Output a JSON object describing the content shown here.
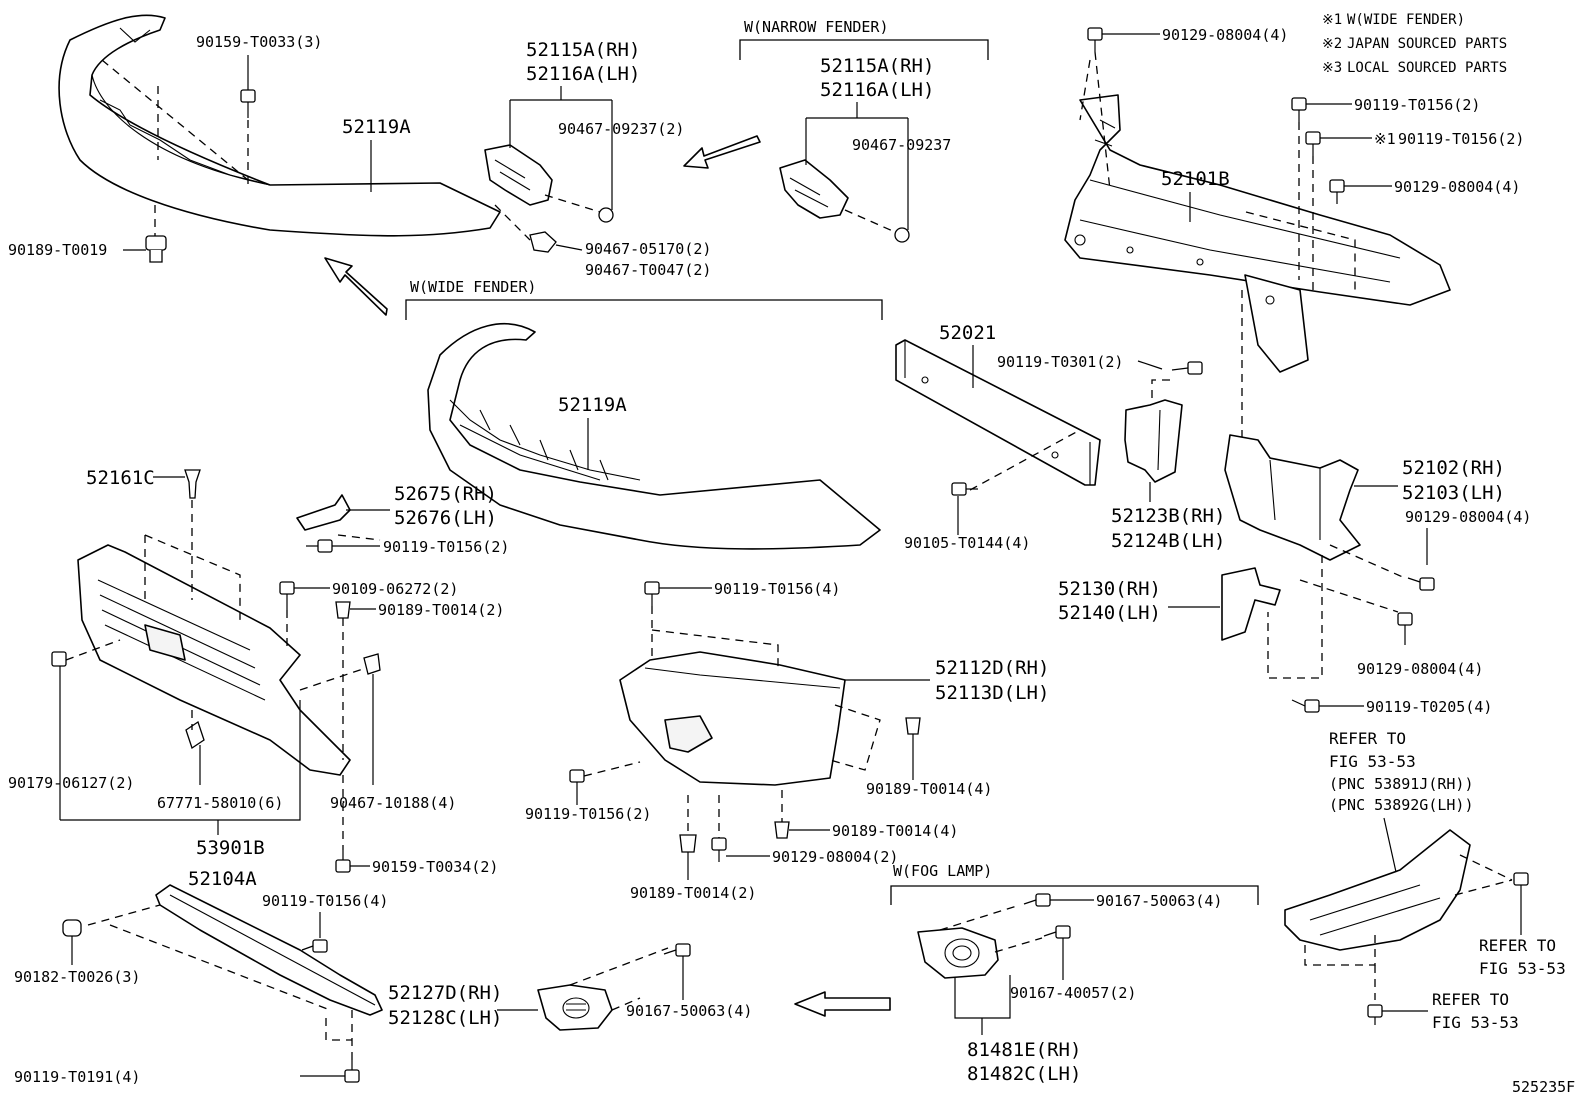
{
  "notes": [
    {
      "mark": "※1",
      "text": "W(WIDE FENDER)"
    },
    {
      "mark": "※2",
      "text": "JAPAN SOURCED PARTS"
    },
    {
      "mark": "※3",
      "text": "LOCAL SOURCED PARTS"
    }
  ],
  "figure_id": "525235F",
  "group_labels": {
    "narrow_fender": "W(NARROW FENDER)",
    "wide_fender": "W(WIDE FENDER)",
    "fog_lamp": "W(FOG LAMP)"
  },
  "parts": {
    "p90159_t0033": "90159-T0033(3)",
    "p52115a_rh_a": "52115A(RH)",
    "p52116a_lh_a": "52116A(LH)",
    "p90467_09237_2": "90467-09237(2)",
    "p52119a_top": "52119A",
    "p90189_t0019": "90189-T0019",
    "p90467_05170": "90467-05170(2)",
    "p90467_t0047": "90467-T0047(2)",
    "p52115a_rh_b": "52115A(RH)",
    "p52116a_lh_b": "52116A(LH)",
    "p90467_09237": "90467-09237",
    "p90129_08004_top": "90129-08004(4)",
    "p90119_t0156_r1": "90119-T0156(2)",
    "p90119_t0156_r2": "90119-T0156(2)",
    "p90129_08004_r3": "90129-08004(4)",
    "p52101b": "52101B",
    "p52021": "52021",
    "p90119_t0301": "90119-T0301(2)",
    "p52119a_mid": "52119A",
    "p52161c": "52161C",
    "p52675_rh": "52675(RH)",
    "p52676_lh": "52676(LH)",
    "p90119_t0156_l": "90119-T0156(2)",
    "p90109_06272": "90109-06272(2)",
    "p90189_t0014_l": "90189-T0014(2)",
    "p90105_t0144": "90105-T0144(4)",
    "p52123b_rh": "52123B(RH)",
    "p52124b_lh": "52124B(LH)",
    "p52102_rh": "52102(RH)",
    "p52103_lh": "52103(LH)",
    "p90129_08004_mr": "90129-08004(4)",
    "p52130_rh": "52130(RH)",
    "p52140_lh": "52140(LH)",
    "p90129_08004_lr": "90129-08004(4)",
    "p90119_t0205": "90119-T0205(4)",
    "p90119_t0156_c4": "90119-T0156(4)",
    "p52112d_rh": "52112D(RH)",
    "p52113d_lh": "52113D(LH)",
    "p90179_06127": "90179-06127(2)",
    "p67771_58010": "67771-58010(6)",
    "p90467_10188": "90467-10188(4)",
    "p53901b": "53901B",
    "p90189_t0014_c4": "90189-T0014(4)",
    "p90119_t0156_c2": "90119-T0156(2)",
    "p90189_t0014_c4b": "90189-T0014(4)",
    "p90129_08004_c2": "90129-08004(2)",
    "p90189_t0014_c2": "90189-T0014(2)",
    "p90159_t0034": "90159-T0034(2)",
    "p52104a": "52104A",
    "p90119_t0156_b4": "90119-T0156(4)",
    "p90182_t0026": "90182-T0026(3)",
    "p52127d_rh": "52127D(RH)",
    "p52128c_lh": "52128C(LH)",
    "p90167_50063_b": "90167-50063(4)",
    "p90119_t0191": "90119-T0191(4)",
    "p90167_50063_f": "90167-50063(4)",
    "p90167_40057": "90167-40057(2)",
    "p81481e_rh": "81481E(RH)",
    "p81482c_lh": "81482C(LH)"
  },
  "refs": {
    "refer_fig_a1": "REFER TO",
    "refer_fig_a2": "FIG 53-53",
    "pnc_rh": "(PNC 53891J(RH))",
    "pnc_lh": "(PNC 53892G(LH))",
    "refer_fig_b1": "REFER TO",
    "refer_fig_b2": "FIG 53-53",
    "refer_fig_c1": "REFER TO",
    "refer_fig_c2": "FIG 53-53"
  }
}
